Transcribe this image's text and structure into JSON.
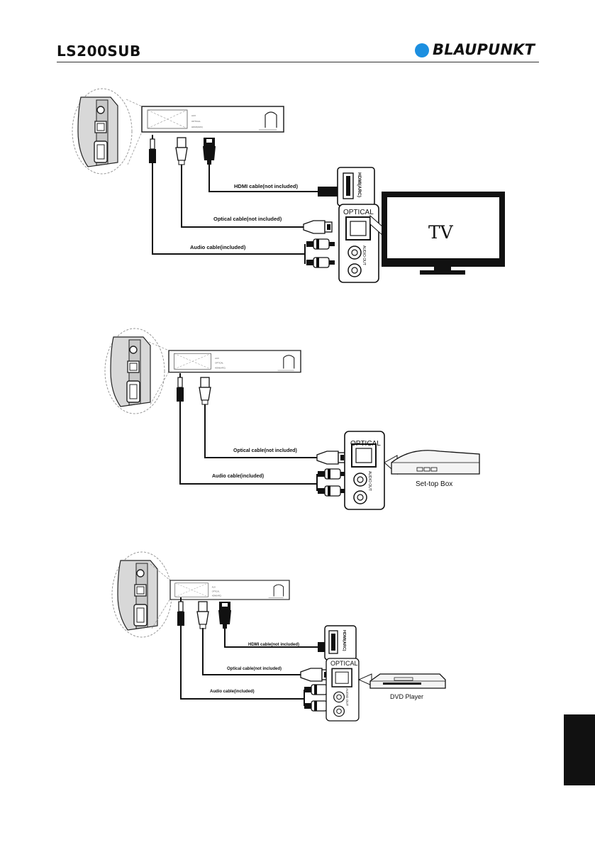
{
  "header": {
    "title": "LS200SUB",
    "brand": "BLAUPUNKT"
  },
  "diagram_tv": {
    "hdmi_cable": "HDMI cable(not included)",
    "optical_cable": "Optical cable(not included)",
    "audio_cable": "Audio cable(included)",
    "optical_port": "OPTICAL",
    "hdmi_port": "HDMI(ARC)",
    "audio_out": "AUDIO OUT",
    "device": "TV"
  },
  "diagram_stb": {
    "optical_cable": "Optical cable(not included)",
    "audio_cable": "Audio cable(included)",
    "optical_port": "OPTICAL",
    "audio_out": "AUDIO OUT",
    "device": "Set-top Box"
  },
  "diagram_dvd": {
    "hdmi_cable": "HDMI cable(not included)",
    "optical_cable": "Optical cable(not included)",
    "audio_cable": "Audio cable(included)",
    "optical_port": "OPTICAL",
    "hdmi_port": "HDMI(ARC)",
    "audio_out": "AUDIO OUT",
    "device": "DVD Player"
  }
}
